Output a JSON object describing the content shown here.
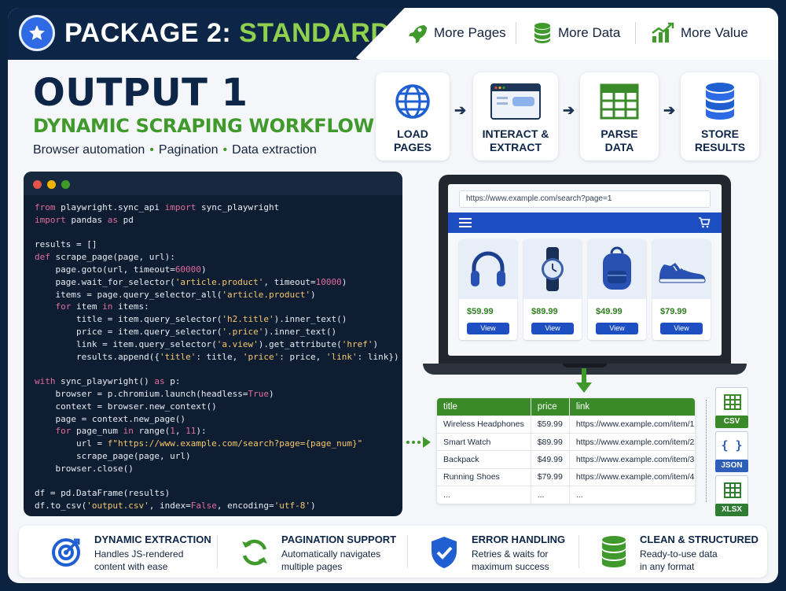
{
  "header": {
    "title_part1": "PACKAGE 2: ",
    "title_part2": "STANDARD",
    "features": [
      "More Pages",
      "More Data",
      "More Value"
    ]
  },
  "output": {
    "title": "OUTPUT 1",
    "subtitle": "DYNAMIC SCRAPING WORKFLOW",
    "tags": [
      "Browser automation",
      "Pagination",
      "Data extraction"
    ]
  },
  "workflow": [
    {
      "line1": "LOAD",
      "line2": "PAGES",
      "icon": "globe-icon"
    },
    {
      "line1": "INTERACT &",
      "line2": "EXTRACT",
      "icon": "browser-window-icon"
    },
    {
      "line1": "PARSE",
      "line2": "DATA",
      "icon": "spreadsheet-grid-icon"
    },
    {
      "line1": "STORE",
      "line2": "RESULTS",
      "icon": "database-icon"
    }
  ],
  "code_lines": [
    "from playwright.sync_api import sync_playwright",
    "import pandas as pd",
    "",
    "results = []",
    "def scrape_page(page, url):",
    "    page.goto(url, timeout=60000)",
    "    page.wait_for_selector('article.product', timeout=10000)",
    "    items = page.query_selector_all('article.product')",
    "    for item in items:",
    "        title = item.query_selector('h2.title').inner_text()",
    "        price = item.query_selector('.price').inner_text()",
    "        link = item.query_selector('a.view').get_attribute('href')",
    "        results.append({'title': title, 'price': price, 'link': link})",
    "",
    "with sync_playwright() as p:",
    "    browser = p.chromium.launch(headless=True)",
    "    context = browser.new_context()",
    "    page = context.new_page()",
    "    for page_num in range(1, 11):",
    "        url = f\"https://www.example.com/search?page={page_num}\"",
    "        scrape_page(page, url)",
    "    browser.close()",
    "",
    "df = pd.DataFrame(results)",
    "df.to_csv('output.csv', index=False, encoding='utf-8')"
  ],
  "browser": {
    "url": "https://www.example.com/search?page=1",
    "products": [
      {
        "name": "headphones",
        "price": "$59.99",
        "button": "View",
        "icon": "headphones-icon"
      },
      {
        "name": "watch",
        "price": "$89.99",
        "button": "View",
        "icon": "watch-icon"
      },
      {
        "name": "backpack",
        "price": "$49.99",
        "button": "View",
        "icon": "backpack-icon"
      },
      {
        "name": "shoes",
        "price": "$79.99",
        "button": "View",
        "icon": "sneaker-icon"
      }
    ]
  },
  "table": {
    "headers": [
      "title",
      "price",
      "link"
    ],
    "rows": [
      [
        "Wireless Headphones",
        "$59.99",
        "https://www.example.com/item/1"
      ],
      [
        "Smart Watch",
        "$89.99",
        "https://www.example.com/item/2"
      ],
      [
        "Backpack",
        "$49.99",
        "https://www.example.com/item/3"
      ],
      [
        "Running Shoes",
        "$79.99",
        "https://www.example.com/item/4"
      ],
      [
        "...",
        "...",
        "..."
      ]
    ]
  },
  "files": [
    {
      "label": "CSV",
      "color": "#3b8a2a"
    },
    {
      "label": "JSON",
      "color": "#2d5fb8"
    },
    {
      "label": "XLSX",
      "color": "#2e7d32"
    }
  ],
  "bottom_features": [
    {
      "title": "DYNAMIC EXTRACTION",
      "desc1": "Handles JS-rendered",
      "desc2": "content with ease",
      "icon": "target-icon"
    },
    {
      "title": "PAGINATION SUPPORT",
      "desc1": "Automatically navigates",
      "desc2": "multiple pages",
      "icon": "refresh-icon"
    },
    {
      "title": "ERROR HANDLING",
      "desc1": "Retries & waits for",
      "desc2": "maximum success",
      "icon": "shield-check-icon"
    },
    {
      "title": "CLEAN & STRUCTURED",
      "desc1": "Ready-to-use data",
      "desc2": "in any format",
      "icon": "database-icon"
    }
  ],
  "colors": {
    "navy": "#0d2648",
    "green": "#3f9a2b",
    "blue": "#2d6ae3"
  }
}
